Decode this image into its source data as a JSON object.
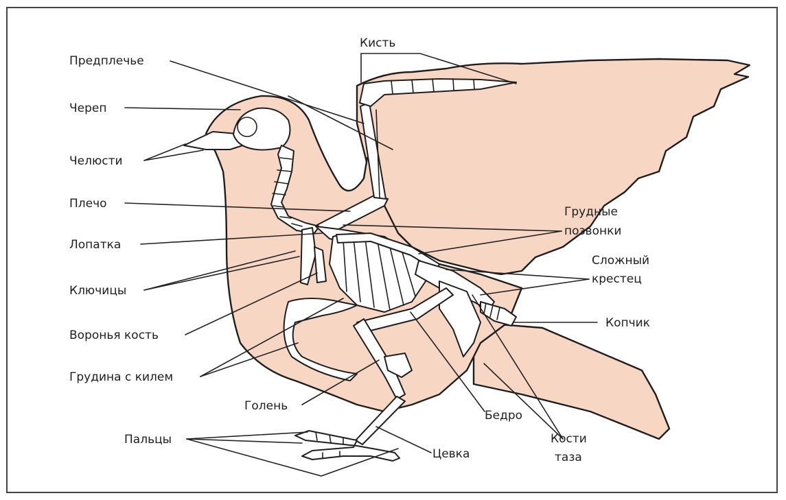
{
  "colors": {
    "body": "#f7d6c4",
    "outline": "#1e1e1e",
    "bone": "#ffffff",
    "frame": "#444444"
  },
  "labels": {
    "kist": "Кисть",
    "predplechye": "Предплечье",
    "cherep": "Череп",
    "chelyusti": "Челюсти",
    "plecho": "Плечо",
    "lopatka": "Лопатка",
    "klyuchitsy": "Ключицы",
    "voronya_kost": "Воронья кость",
    "grudina": "Грудина с килем",
    "golen": "Голень",
    "paltsy": "Пальцы",
    "tsevka": "Цевка",
    "bedro": "Бедро",
    "kosti_taza_1": "Кости",
    "kosti_taza_2": "таза",
    "kopchik": "Копчик",
    "slozhny_krestets_1": "Сложный",
    "slozhny_krestets_2": "крестец",
    "grudnye_pozvonki_1": "Грудные",
    "grudnye_pozvonki_2": "позвонки"
  }
}
